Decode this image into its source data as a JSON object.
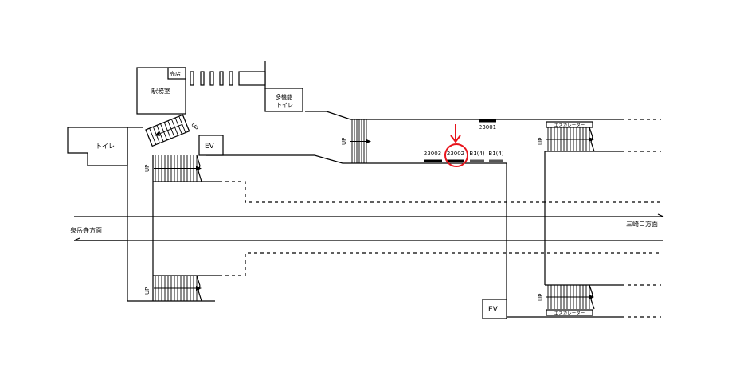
{
  "rooms": {
    "station_office": "駅務室",
    "kiosk": "売店",
    "toilet": "トイレ",
    "multi_toilet_1": "多機能",
    "multi_toilet_2": "トイレ",
    "ev_upper": "EV",
    "ev_lower": "EV"
  },
  "directions": {
    "left": "泉岳寺方面",
    "right": "三崎口方面"
  },
  "exits": [
    {
      "label": "23001"
    },
    {
      "label": "23003"
    },
    {
      "label": "23002",
      "highlighted": true
    },
    {
      "label": "B1(4)"
    },
    {
      "label": "B1(4)"
    }
  ],
  "escalator_label": "エスカレーター",
  "up_label": "UP",
  "highlight_color": "#e8141c"
}
